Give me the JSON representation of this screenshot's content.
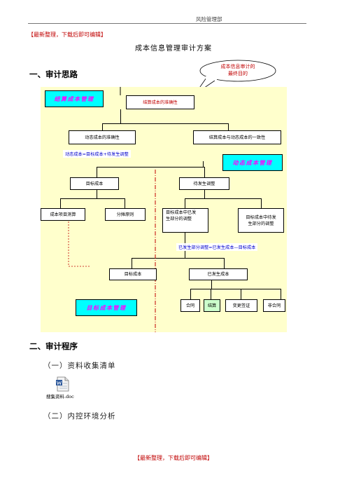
{
  "header": {
    "department": "风险管理部",
    "top_note": "【最新整理，下载后即可编辑】"
  },
  "document": {
    "title": "成本信息管理审计方案",
    "section1": "一、审计思路",
    "section2": "二、审计程序",
    "sub1": "（一）资料收集清单",
    "sub2": "（二）内控环境分析",
    "attachment_label": "搜集资料.doc"
  },
  "callout": {
    "line1": "成本信息审计的",
    "line2": "最终目的"
  },
  "diagram": {
    "settlement_mgmt": "结算成本管理",
    "dynamic_mgmt": "动态成本管理",
    "target_mgmt": "目标成本管理",
    "accuracy_settle": "结算成本的准确性",
    "accuracy_dynamic": "动态成本的准确性",
    "consistency": "结算成本与动态成本的一致性",
    "formula1": "动态成本=目标成本+待发生调整",
    "target_cost": "目标成本",
    "pending_adjust": "待发生调整",
    "cost_item_calc": "成本项目测算",
    "allocation_principle": "分摊原则",
    "adjust_occurred_line1": "目标成本中已发",
    "adjust_occurred_line2": "生部分的调整",
    "adjust_pending_line1": "目标成本中待发",
    "adjust_pending_line2": "生部分的调整",
    "formula2": "已发生部分调整=已发生成本—目标成本",
    "target_cost2": "目标成本",
    "occurred_cost": "已发生成本",
    "contract": "合同",
    "settlement": "结算",
    "change_visa": "变更签证",
    "non_contract": "非合同"
  },
  "footer": {
    "note": "【最新整理，下载后即可编辑】"
  },
  "colors": {
    "note_red": "#c00000",
    "diagram_bg": "#ffffcc",
    "label_cyan": "#00ffff",
    "label_magenta": "#ff00ff",
    "formula_blue": "#0000cc",
    "green_box": "#ccffcc"
  }
}
